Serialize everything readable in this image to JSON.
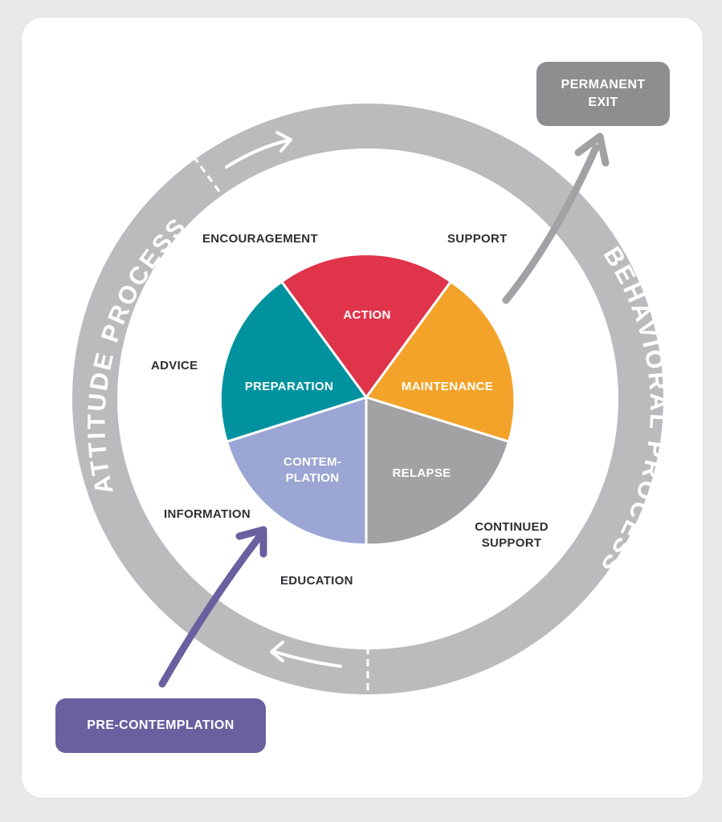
{
  "colors": {
    "ring": "#bbbbbe",
    "action": "#e0344b",
    "maintenance": "#f3a32a",
    "relapse": "#a2a2a5",
    "contemplation": "#9ba6d4",
    "preparation": "#00939f",
    "pre_contemplation": "#6a60a0",
    "exit": "#8e8e90"
  },
  "ring": {
    "left_label": "ATTITUDE PROCESS",
    "right_label": "BEHAVIORAL PROCESS"
  },
  "stages": {
    "action": "ACTION",
    "maintenance": "MAINTENANCE",
    "relapse": "RELAPSE",
    "contemplation_line1": "CONTEM-",
    "contemplation_line2": "PLATION",
    "preparation": "PREPARATION"
  },
  "labels": {
    "encouragement": "ENCOURAGEMENT",
    "support": "SUPPORT",
    "advice": "ADVICE",
    "information": "INFORMATION",
    "education": "EDUCATION",
    "continued_support_line1": "CONTINUED",
    "continued_support_line2": "SUPPORT"
  },
  "boxes": {
    "permanent_exit_line1": "PERMANENT",
    "permanent_exit_line2": "EXIT",
    "pre_contemplation": "PRE-CONTEMPLATION"
  }
}
